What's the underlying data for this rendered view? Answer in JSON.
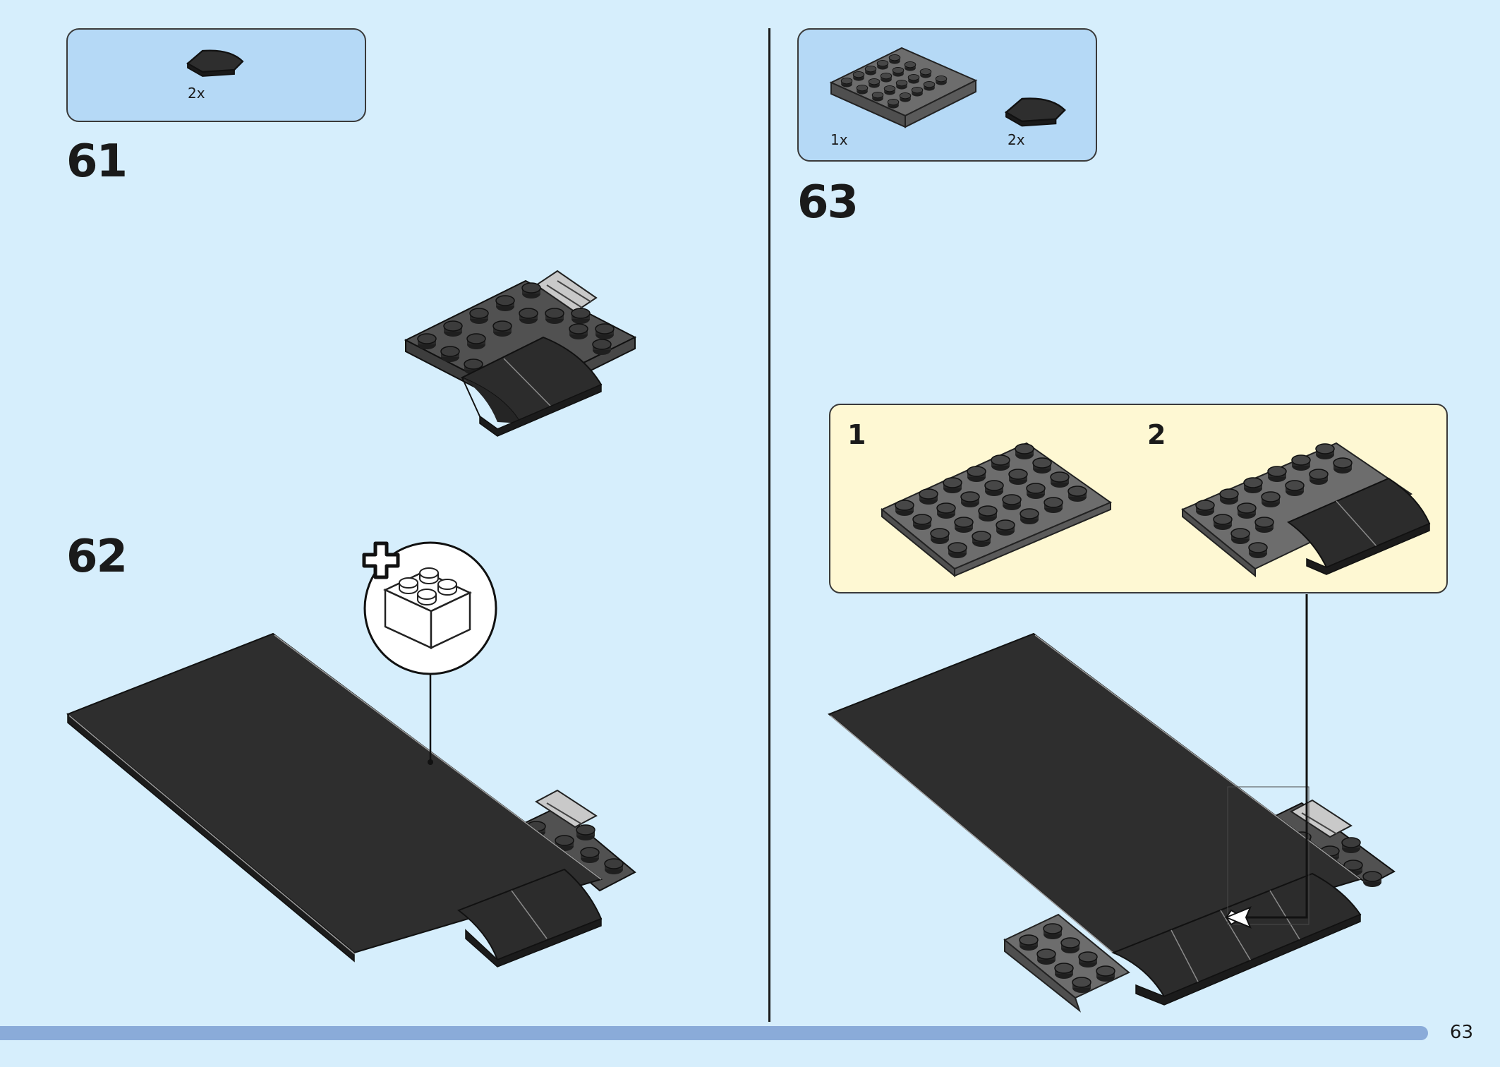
{
  "steps": {
    "s61": {
      "number": "61",
      "parts": [
        {
          "qty": "2x",
          "icon": "curved-slope-tile-icon"
        }
      ]
    },
    "s62": {
      "number": "62",
      "callout_icon": "add-2x2-brick-icon"
    },
    "s63": {
      "number": "63",
      "parts": [
        {
          "qty": "1x",
          "icon": "plate-4x6-icon"
        },
        {
          "qty": "2x",
          "icon": "curved-slope-tile-icon"
        }
      ],
      "substeps": [
        {
          "label": "1"
        },
        {
          "label": "2"
        }
      ]
    }
  },
  "footer": {
    "page_number": "63"
  },
  "colors": {
    "background": "#d6eefc",
    "parts_box": "#b5d9f6",
    "callout": "#fef8d3",
    "progress": "#8aabd9",
    "black_part": "#2e2e2e",
    "gray_part": "#6b6b6b"
  }
}
